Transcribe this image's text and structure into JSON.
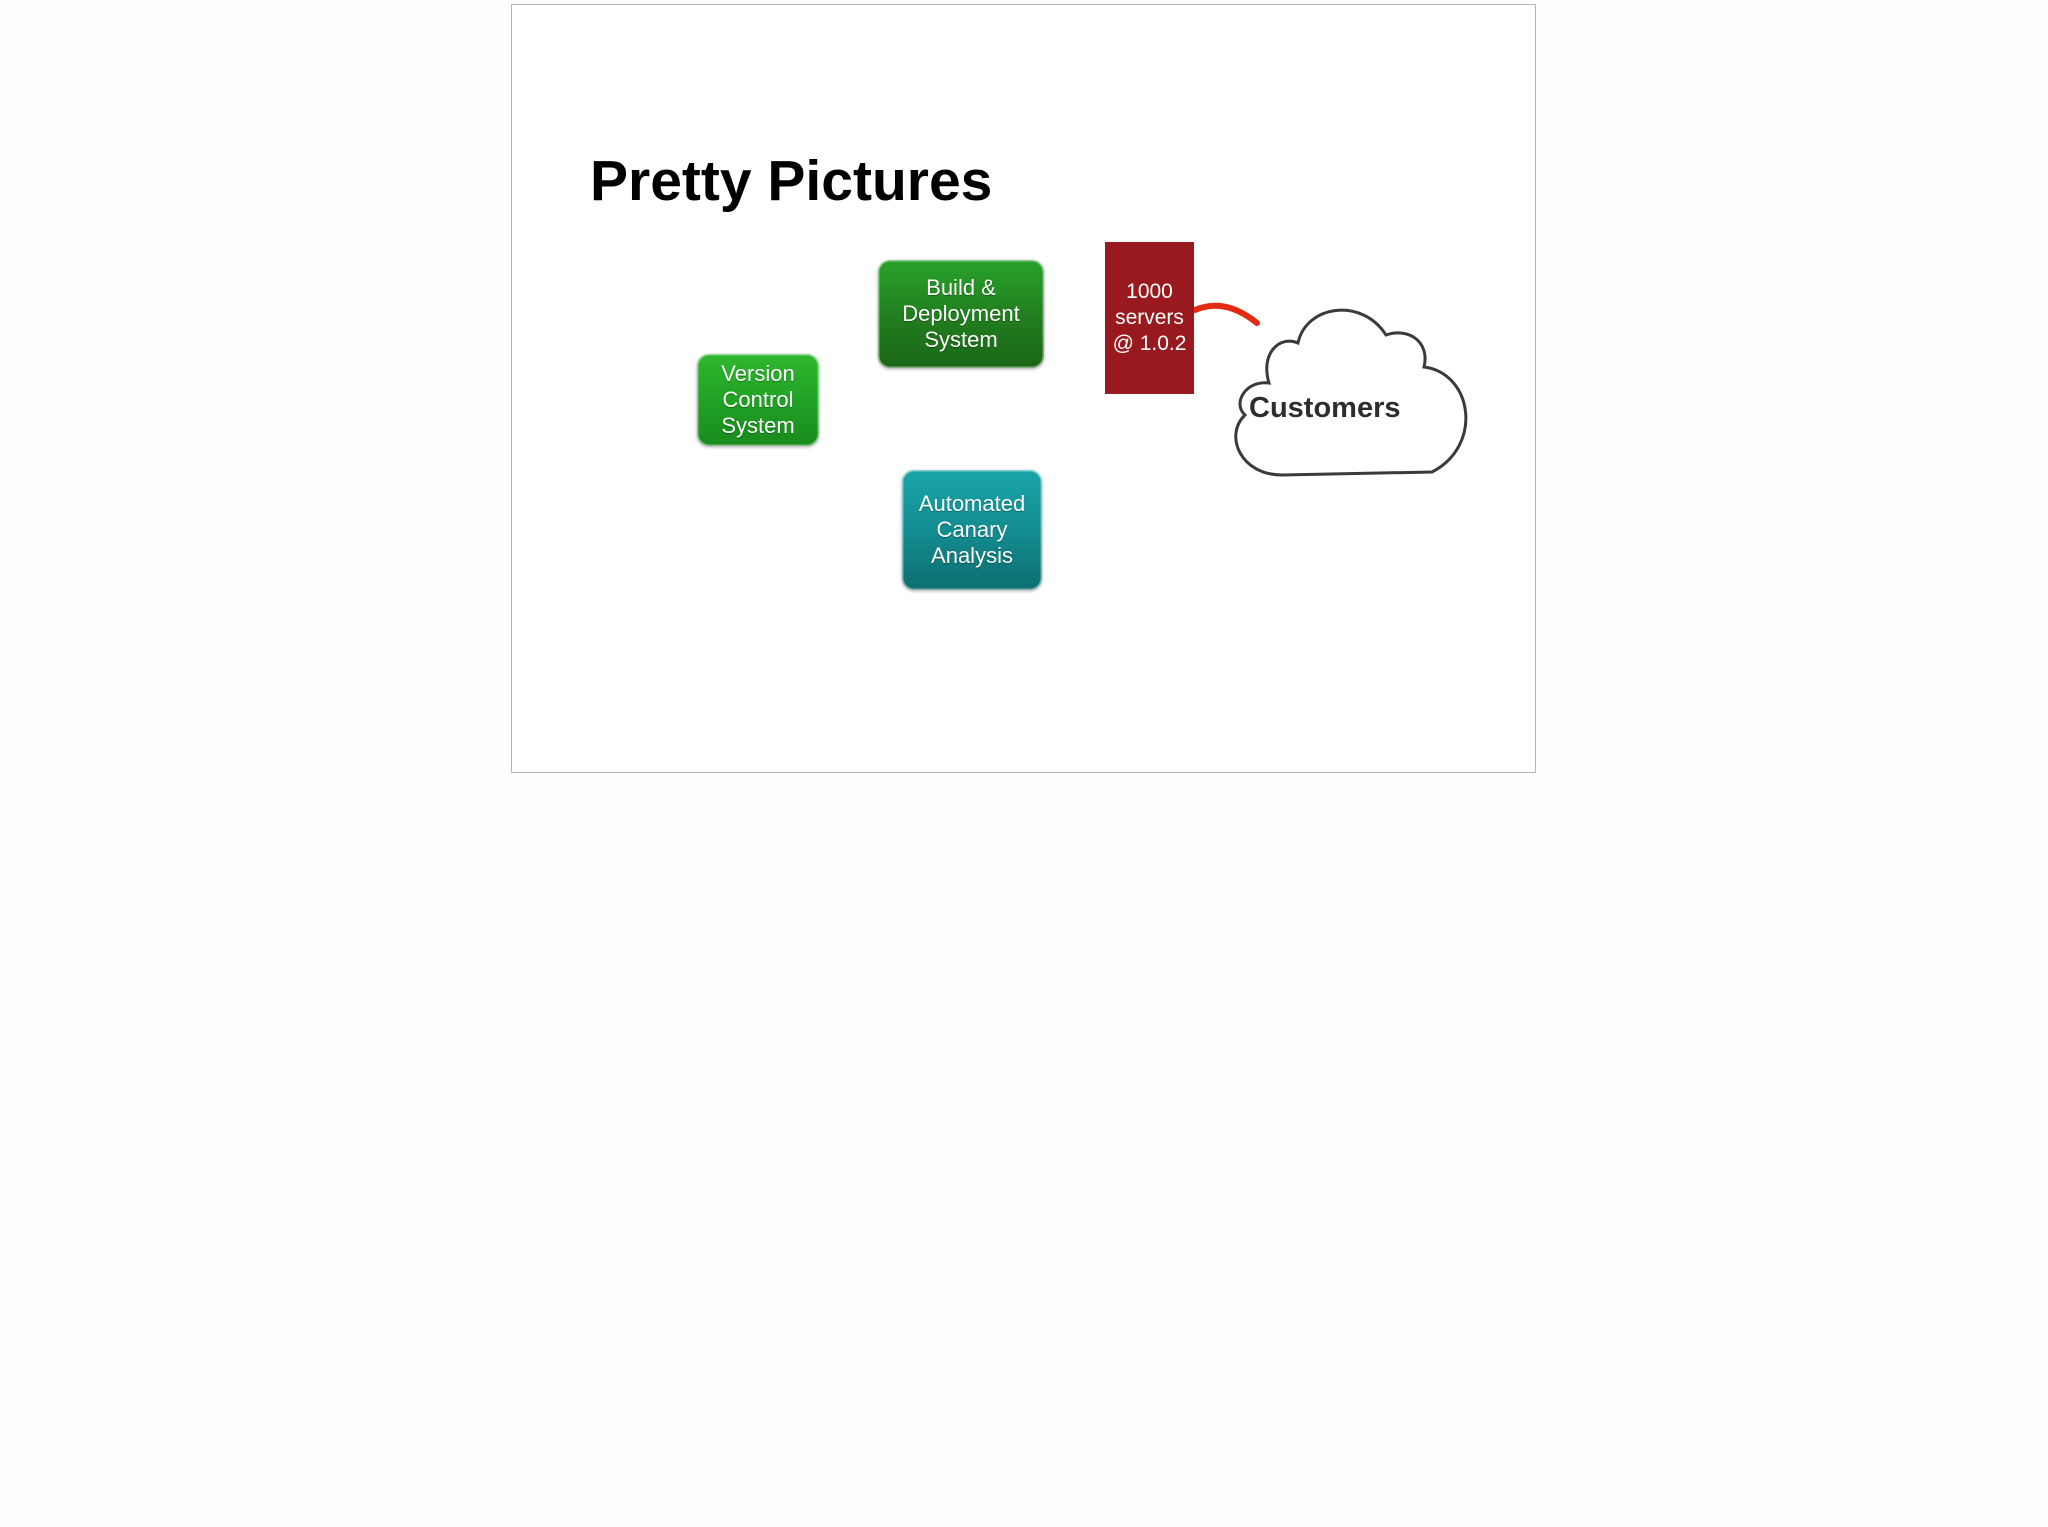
{
  "slide": {
    "title": "Pretty Pictures"
  },
  "diagram": {
    "version_control": {
      "lines": [
        "Version",
        "Control",
        "System"
      ],
      "color": "#1f9e23"
    },
    "build_deploy": {
      "lines": [
        "Build &",
        "Deployment",
        "System"
      ],
      "color": "#217d1e"
    },
    "canary": {
      "lines": [
        "Automated",
        "Canary",
        "Analysis"
      ],
      "color": "#128a8e"
    },
    "servers": {
      "lines": [
        "1000",
        "servers",
        "@ 1.0.2"
      ],
      "color": "#981a1e"
    },
    "customers": {
      "label": "Customers"
    },
    "connector_color": "#e52a12"
  }
}
